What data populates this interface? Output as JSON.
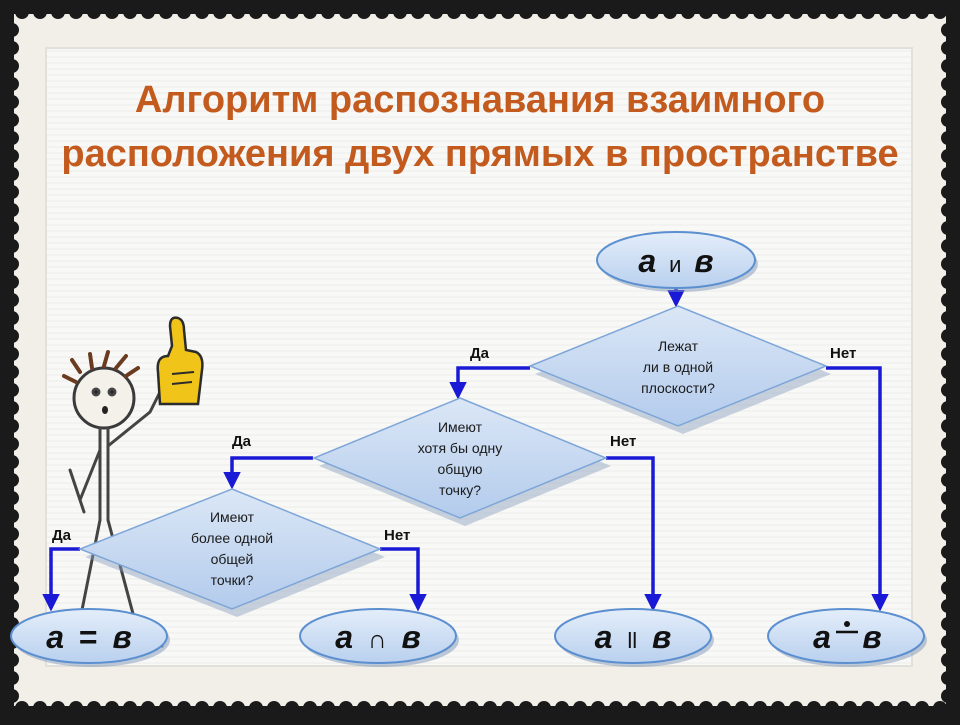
{
  "title": {
    "line1": "Алгоритм распознавания взаимного",
    "line2": "расположения двух прямых в пространстве"
  },
  "start": {
    "a": "а",
    "conj": "и",
    "b": "в"
  },
  "decisions": {
    "same_plane": {
      "lines": [
        "Лежат",
        "ли в одной",
        "плоскости?"
      ],
      "yes": "Да",
      "no": "Нет"
    },
    "common_point": {
      "lines": [
        "Имеют",
        "хотя бы одну",
        "общую",
        "точку?"
      ],
      "yes": "Да",
      "no": "Нет"
    },
    "more_points": {
      "lines": [
        "Имеют",
        "более одной",
        "общей",
        "точки?"
      ],
      "yes": "Да",
      "no": "Нет"
    }
  },
  "results": {
    "coincide": {
      "a": "а",
      "op": "=",
      "b": "в"
    },
    "intersect": {
      "a": "а",
      "op": "∩",
      "b": "в"
    },
    "parallel": {
      "a": "а",
      "op": "ll",
      "b": "в"
    },
    "skew": {
      "a": "а",
      "op": "·",
      "b": "в"
    }
  },
  "colors": {
    "title": "#c35a1e",
    "ellipse_fill": "#cfe0f3",
    "ellipse_stroke": "#5b8fd0",
    "diamond_fill": "#c6d9f0",
    "arrow": "#1a1ad6",
    "text_dark": "#1a1a1a",
    "label": "#111111",
    "stamp_border": "#f2efe8",
    "paper": "#f7f7f5"
  },
  "icons": {
    "cartoon": "stick-figure-thinking",
    "foam_finger": "foam-finger-icon"
  }
}
